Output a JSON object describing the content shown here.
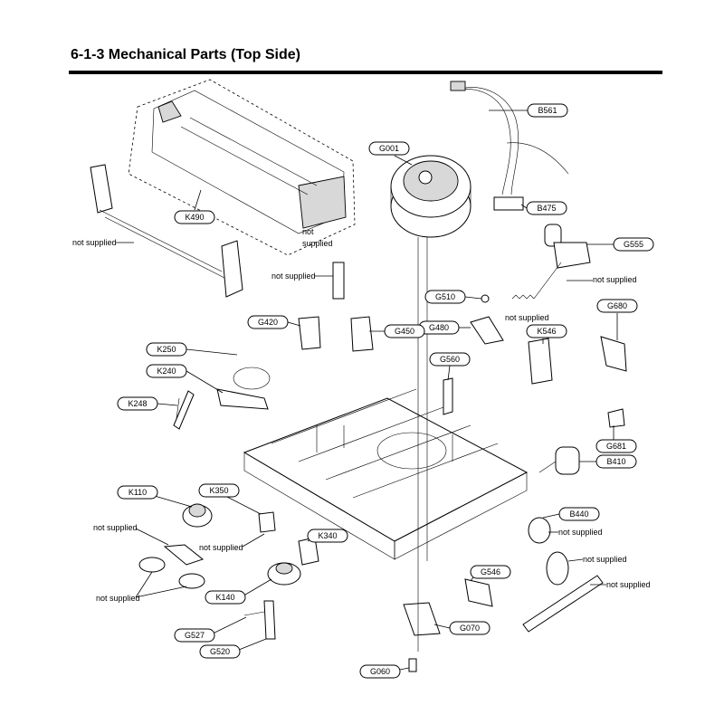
{
  "title": "6-1-3  Mechanical Parts (Top Side)",
  "labels": {
    "B561": "B561",
    "G001": "G001",
    "B475": "B475",
    "G555": "G555",
    "K490": "K490",
    "G510": "G510",
    "G480": "G480",
    "G680": "G680",
    "G420": "G420",
    "G450": "G450",
    "K546": "K546",
    "K250": "K250",
    "K240": "K240",
    "G560": "G560",
    "K248": "K248",
    "G681": "G681",
    "B410": "B410",
    "K110": "K110",
    "K350": "K350",
    "B440": "B440",
    "K340": "K340",
    "G546": "G546",
    "K140": "K140",
    "G070": "G070",
    "G527": "G527",
    "G520": "G520",
    "G060": "G060"
  },
  "not_supplied": "not supplied"
}
